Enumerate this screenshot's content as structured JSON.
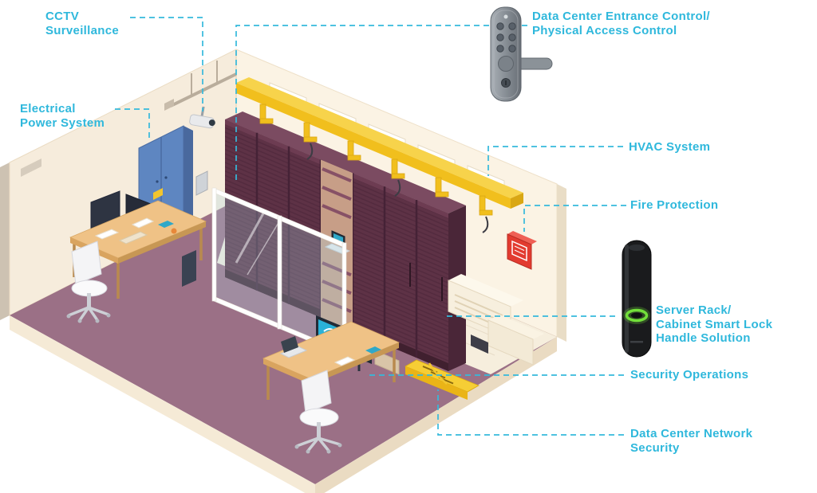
{
  "palette": {
    "label_text": "#2fb8dc",
    "connector": "#35b9dc",
    "floor": "#9b7086",
    "server_zone_floor": "#f6eedd",
    "wall_left": "#f6ecdc",
    "wall_right": "#fbf3e4",
    "rack_front": "#5e3246",
    "rack_top": "#7b4b61",
    "cable_duct_yellow": "#f1bf1d",
    "electrical_panel_blue": "#5e86c1",
    "desk_wood": "#efc286",
    "chair_white": "#f4f4f6",
    "fire_alarm_red": "#e23b30",
    "monitor_screen_teal": "#29b2d8",
    "smart_lock_body": "#1a1b1d",
    "smart_lock_indicator_green": "#72df3a",
    "door_handle_gray": "#8b9298"
  },
  "labels": [
    {
      "id": "cctv",
      "text": "CCTV\nSurveillance"
    },
    {
      "id": "entrance",
      "text": "Data Center Entrance Control/\nPhysical Access Control"
    },
    {
      "id": "power",
      "text": "Electrical\nPower System"
    },
    {
      "id": "hvac",
      "text": "HVAC System"
    },
    {
      "id": "fire",
      "text": "Fire Protection"
    },
    {
      "id": "rack_lock",
      "text": "Server Rack/\nCabinet Smart Lock\nHandle Solution"
    },
    {
      "id": "secops",
      "text": "Security Operations"
    },
    {
      "id": "network",
      "text": "Data Center Network\nSecurity"
    }
  ],
  "illustration": {
    "components": [
      "cctv-camera",
      "door-handle-keypad-product",
      "electrical-panel",
      "wall-air-vents",
      "fire-alarm-panel",
      "server-racks",
      "cable-duct",
      "smart-lock-handle-product",
      "security-operations-desk",
      "network-switch",
      "glass-partition",
      "office-chairs"
    ]
  }
}
